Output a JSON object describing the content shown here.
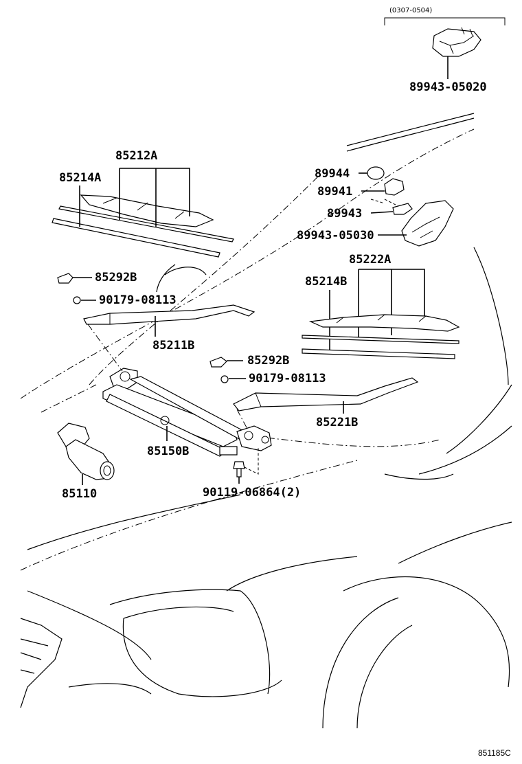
{
  "variant_note": "(0307-0504)",
  "labels": {
    "p89943_05020": "89943-05020",
    "p85212A": "85212A",
    "p85214A": "85214A",
    "p89944": "89944",
    "p89941": "89941",
    "p89943": "89943",
    "p89943_05030": "89943-05030",
    "p85292B_1": "85292B",
    "p90179_08113_1": "90179-08113",
    "p85222A": "85222A",
    "p85214B": "85214B",
    "p85211B": "85211B",
    "p85292B_2": "85292B",
    "p90179_08113_2": "90179-08113",
    "p85221B": "85221B",
    "p85150B": "85150B",
    "p85110": "85110",
    "p90119_06864": "90119-06864(2)"
  },
  "diagram_code": "851185C"
}
